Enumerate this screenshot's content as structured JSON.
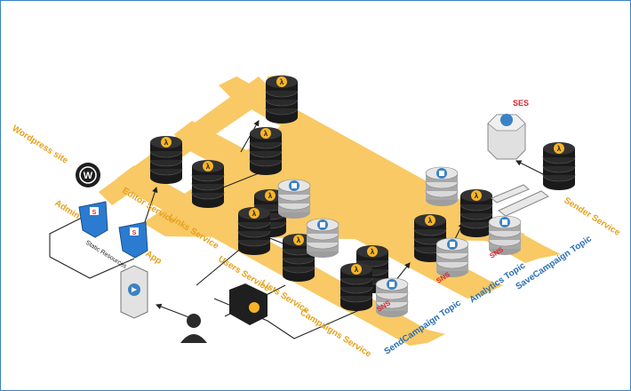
{
  "labels": {
    "wordpress_site": "Wordpress site",
    "admin": "Admin",
    "app": "App",
    "static_resources": "Static Resources",
    "editor_service": "Editor Service",
    "links_service": "Links Service",
    "users_service": "Users Service",
    "lists_service": "Lists Service",
    "campaigns_service": "Campaigns Service",
    "ses": "SES",
    "sender_service": "Sender Service",
    "sns": "SNS",
    "send_campaign_topic": "SendCampaign Topic",
    "analytics_topic": "Analytics Topic",
    "save_campaign_topic": "SaveCampaign Topic"
  },
  "colors": {
    "frame": "#3b82c4",
    "band": "#f7c04a",
    "orange_text": "#e6a11c",
    "blue_text": "#2a6fb5",
    "sns_red": "#d6262a",
    "node_dark": "#1f1f1f",
    "node_light": "#d6d6d6"
  },
  "icons": [
    "wordpress-icon",
    "lambda-icon",
    "s3-icon",
    "api-gateway-icon",
    "user-icon",
    "dynamodb-icon",
    "sqs-icon"
  ]
}
